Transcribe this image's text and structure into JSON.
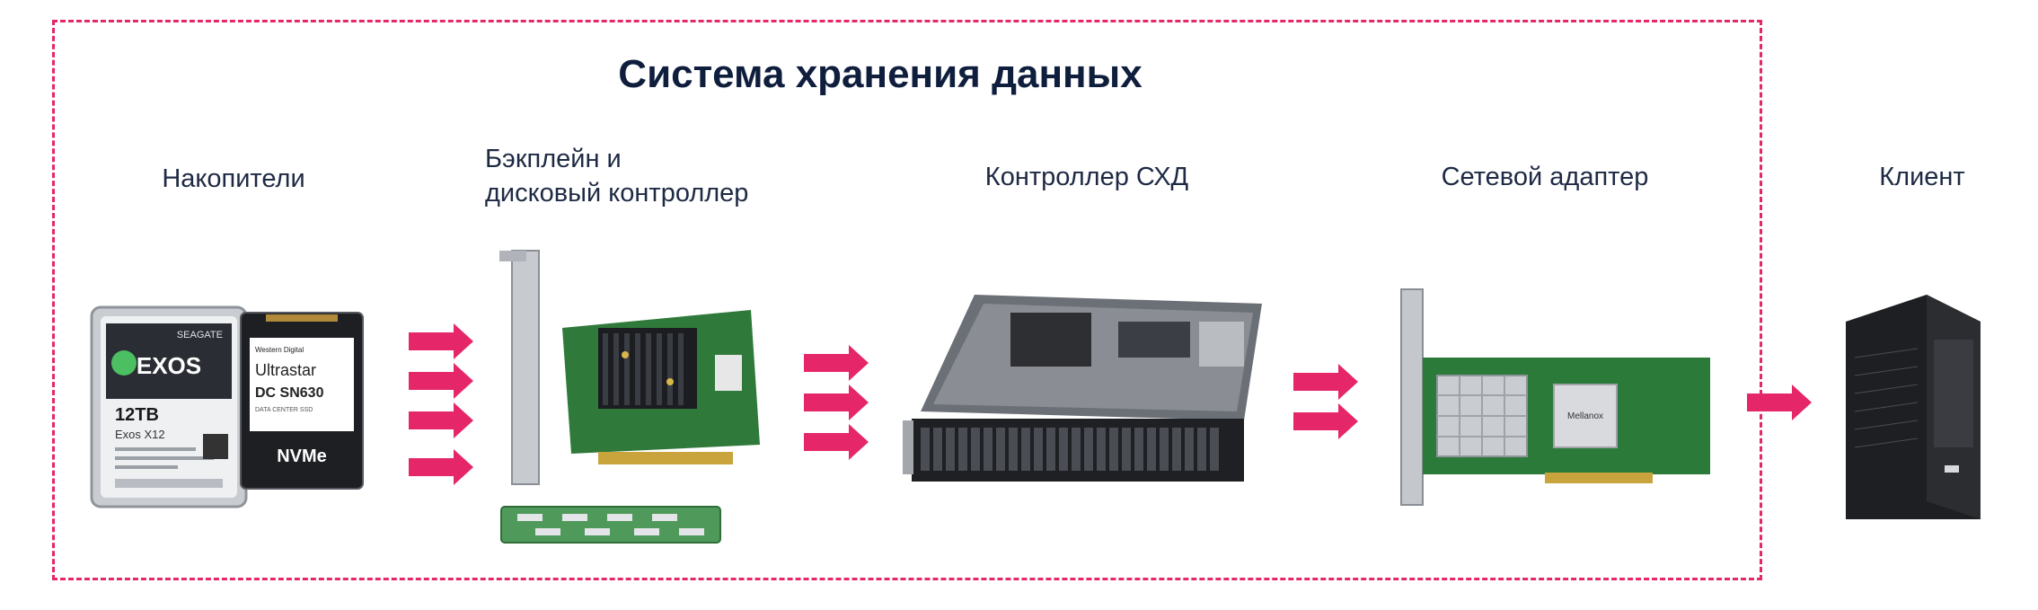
{
  "title": "Система хранения данных",
  "stages": {
    "drives": "Накопители",
    "backplane_line1": "Бэкплейн и",
    "backplane_line2": "дисковый контроллер",
    "storage_controller": "Контроллер СХД",
    "network_adapter": "Сетевой адаптер",
    "client": "Клиент"
  },
  "hdd": {
    "brand": "SEAGATE",
    "model": "EXOS",
    "capacity": "12TB",
    "series": "Exos X12"
  },
  "ssd": {
    "maker": "Western Digital",
    "line": "Ultrastar",
    "model": "DC SN630",
    "subtitle": "DATA CENTER SSD",
    "interface": "NVMe"
  },
  "nic_chip": "Mellanox",
  "colors": {
    "accent": "#e5276a",
    "text": "#1e2a44",
    "title": "#0f1e3d"
  }
}
